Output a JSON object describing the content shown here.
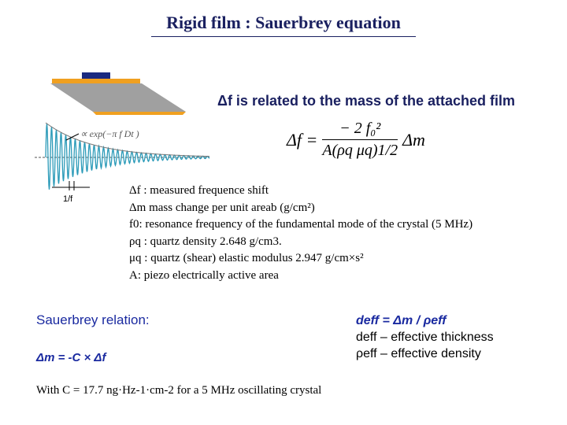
{
  "title": "Rigid film : Sauerbrey equation",
  "headline": "Δf is related to the mass of the attached film",
  "decay_annotation": "∝ exp(−π f Dt )",
  "period_label": "1/f",
  "equation": {
    "lhs": "Δf =",
    "numerator": "− 2 f₀²",
    "denominator": "A(ρq μq)1/2",
    "rhs": "Δm"
  },
  "definitions": [
    "Δf : measured frequence shift",
    "Δm mass change per unit areab (g/cm²)",
    "f0: resonance frequency of the fundamental mode of the crystal (5 MHz)",
    "ρq : quartz density 2.648 g/cm3.",
    " μq : quartz (shear) elastic modulus 2.947 g/cm×s²",
    "A: piezo electrically active area"
  ],
  "sauerbrey_label": "Sauerbrey relation:",
  "dm_equation": "Δm = -C × Δf",
  "deff": {
    "main": "deff = Δm / ρeff",
    "thickness": "deff – effective thickness",
    "density": "ρeff – effective density"
  },
  "with_line": "With  C = 17.7 ng·Hz-1·cm-2  for a 5 MHz oscillating crystal",
  "colors": {
    "title": "#1a2060",
    "accent": "#1a2aa0",
    "wave": "#2a9ab8",
    "crystal": "#a0a0a0",
    "electrode": "#f0a020",
    "film": "#1a2a80"
  }
}
